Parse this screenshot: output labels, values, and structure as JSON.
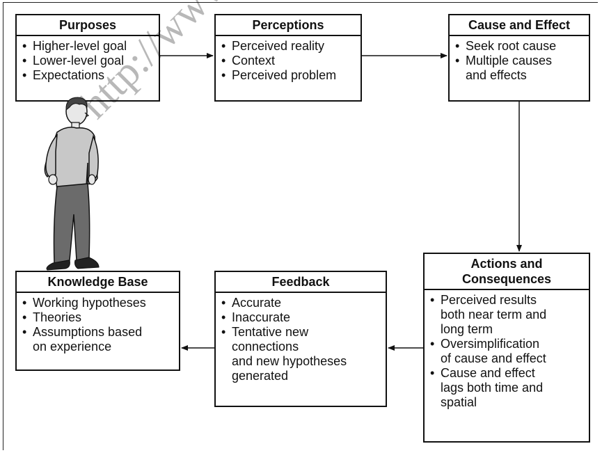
{
  "watermark": "http://www.pho",
  "boxes": {
    "purposes": {
      "title": "Purposes",
      "items": [
        "Higher-level goal",
        "Lower-level goal",
        "Expectations"
      ]
    },
    "perceptions": {
      "title": "Perceptions",
      "items": [
        "Perceived reality",
        "Context",
        "Perceived problem"
      ]
    },
    "cause_effect": {
      "title": "Cause and Effect",
      "items": [
        "Seek root cause",
        "Multiple causes"
      ],
      "item2_cont": "and effects"
    },
    "actions": {
      "title_line1": "Actions and",
      "title_line2": "Consequences",
      "item1": [
        "Perceived results",
        "both near term and",
        "long term"
      ],
      "item2": [
        "Oversimplification",
        "of cause and effect"
      ],
      "item3": [
        "Cause and effect",
        "lags both time and",
        "spatial"
      ]
    },
    "feedback": {
      "title": "Feedback",
      "items": [
        "Accurate",
        "Inaccurate"
      ],
      "item3": [
        "Tentative new",
        "connections",
        "and new hypotheses",
        "generated"
      ]
    },
    "knowledge": {
      "title": "Knowledge Base",
      "items": [
        "Working hypotheses",
        "Theories"
      ],
      "item3": [
        "Assumptions based",
        "on experience"
      ]
    }
  },
  "colors": {
    "line": "#111111",
    "shirt": "#c8c8c8",
    "pants": "#6b6b6b",
    "hair": "#444444"
  }
}
